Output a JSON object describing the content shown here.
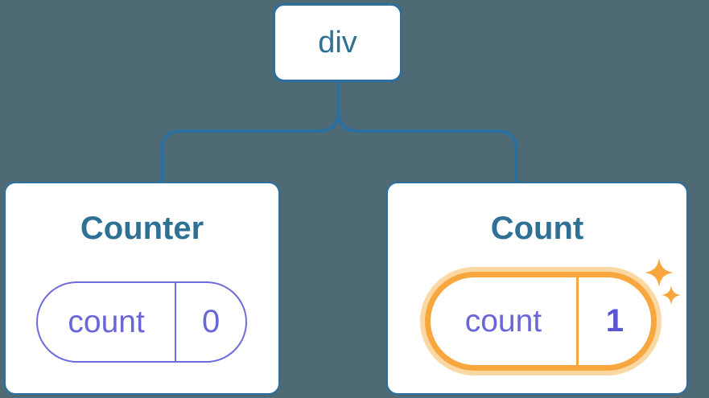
{
  "tree": {
    "root": {
      "label": "div"
    },
    "children": [
      {
        "title": "Counter",
        "state": {
          "key": "count",
          "value": "0"
        },
        "highlighted": false
      },
      {
        "title": "Count",
        "state": {
          "key": "count",
          "value": "1"
        },
        "highlighted": true,
        "badge_icon": "sparkles-icon"
      }
    ]
  },
  "colors": {
    "bg": "#4E6A75",
    "stroke_blue": "#2B6FA0",
    "text_blue": "#2F7095",
    "purple": "#6E6CDB",
    "purple_text": "#6966D8",
    "purple_bold": "#5A57D1",
    "orange": "#F7A73E",
    "orange_glow": "#FBD8A3",
    "card_bg": "#FFFFFF"
  }
}
